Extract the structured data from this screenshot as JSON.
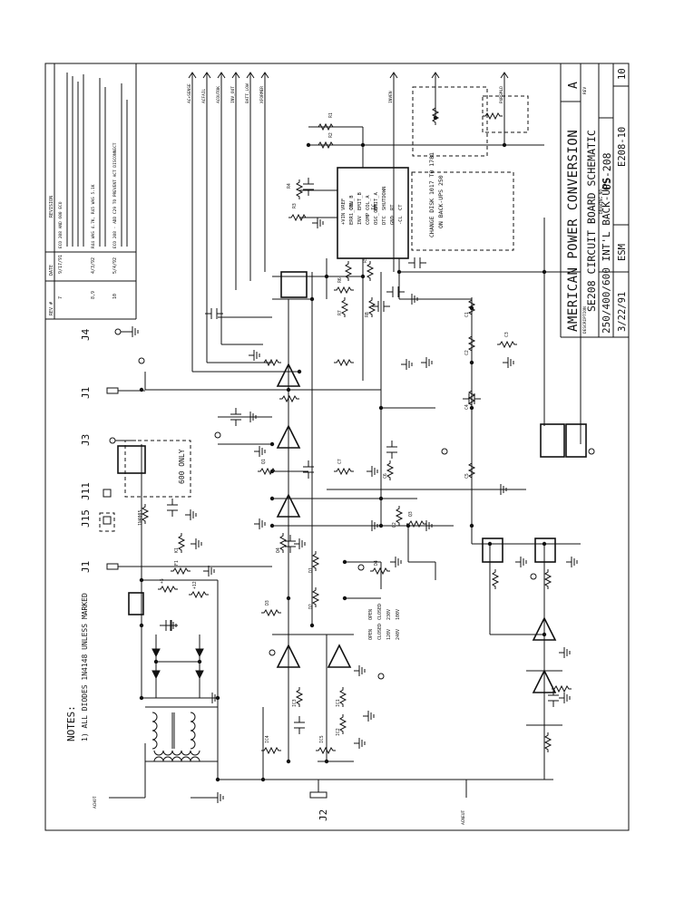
{
  "title_block": {
    "company": "AMERICAN POWER CONVERSION",
    "rev": "A",
    "description": "SE208 CIRCUIT BOARD SCHEMATIC",
    "product": "250/400/600 INT'L BACK-UPS",
    "drawing_no": "OS-208",
    "date": "3/22/91",
    "drawn_by": "ESM",
    "doc_no": "E208-10",
    "sheet_no": "10",
    "label_description": "DESCRIPTION",
    "label_rev": "REV",
    "label_drawing": "DRAWING NO."
  },
  "revision_table": {
    "headers": [
      "REV #",
      "DATE",
      "REVISION"
    ],
    "rows": [
      {
        "rev": "7",
        "date": "9/17/91",
        "text": "ECO 208 AND 600 ECO"
      },
      {
        "rev": "8,9",
        "date": "4/3/92",
        "text": "R44 WAS 4.7K, R45 WAS 5.1K"
      },
      {
        "rev": "10",
        "date": "5/4/92",
        "text": "ECO 208 - ADD C29 TO PREVENT ACT DISCONNECT"
      }
    ]
  },
  "notes": {
    "heading": "NOTES:",
    "items": [
      "1) ALL DIODES 1N4148 UNLESS MARKED"
    ]
  },
  "connectors": [
    {
      "label": "J4"
    },
    {
      "label": "J1"
    },
    {
      "label": "J3"
    },
    {
      "label": "J11"
    },
    {
      "label": "J15"
    },
    {
      "label": "J1"
    },
    {
      "label": "J2"
    }
  ],
  "ic": {
    "designator": "IC",
    "pins_left": [
      "VREF",
      "COL_B",
      "EMIT_B",
      "COL_A",
      "EMIT_A",
      "SHUTDOWN",
      "RT",
      "CT"
    ],
    "pins_right": [
      "+VIN",
      "ERR1_INV",
      "INV",
      "COMP",
      "OSC_OUT",
      "DTC",
      "GND",
      "-CL"
    ],
    "note_lines": [
      "CHANGE DISK 1017 TO 1781",
      "ON BACK-UPS 250"
    ]
  },
  "signal_labels": [
    "AC+SENSE",
    "ACFAIL",
    "ACOUTOK",
    "INV_OUT",
    "BATT_LOW",
    "XFORMER",
    "INVEN",
    "PURSMLD",
    "ACHOT",
    "ACNEUT"
  ],
  "option_box_label": "600 ONLY",
  "component_labels": [
    "R1",
    "R2",
    "R3",
    "R4",
    "R5",
    "R6",
    "R7",
    "R8",
    "C1",
    "C2",
    "C3",
    "C4",
    "C5",
    "C6",
    "C7",
    "Q1",
    "Q2",
    "Q3",
    "Q4",
    "D1",
    "D2",
    "D3",
    "D4",
    "IC1",
    "IC2",
    "IC3",
    "IC4",
    "IC5",
    "K1",
    "F1",
    "+5",
    "+12",
    "1N4005"
  ],
  "rotated_notes": [
    "OPEN",
    "OPEN",
    "CLOSED",
    "CLOSED",
    "230V",
    "120V",
    "100V",
    "240V"
  ]
}
